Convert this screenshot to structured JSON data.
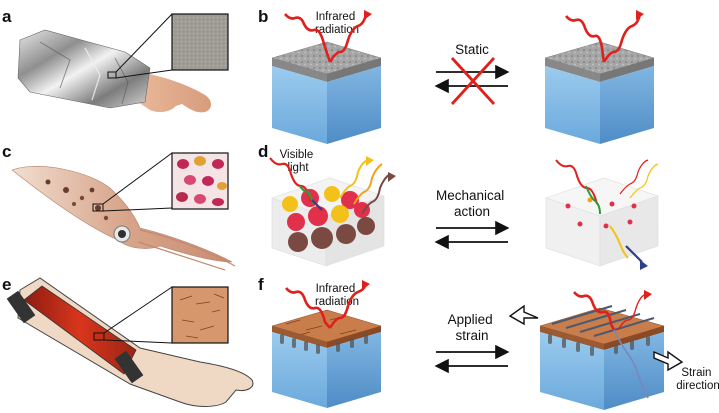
{
  "panels": {
    "a": "a",
    "b": "b",
    "c": "c",
    "d": "d",
    "e": "e",
    "f": "f"
  },
  "labels": {
    "b_left": [
      "Infrared",
      "radiation"
    ],
    "b_middle": "Static",
    "d_left": [
      "Visible",
      "light"
    ],
    "d_middle": [
      "Mechanical",
      "action"
    ],
    "f_left": [
      "Infrared",
      "radiation"
    ],
    "f_middle": [
      "Applied",
      "strain"
    ],
    "f_right": [
      "Strain",
      "direction"
    ]
  },
  "colors": {
    "infrared_arrow": "#e0201c",
    "water_block": "#8fc3ea",
    "water_block_dark": "#5f9fd3",
    "metal_surface": "#a9a9a9",
    "copper_surface": "#c97d4b",
    "strike_cross": "#e0201c",
    "chromatophore_red": "#e0304a",
    "chromatophore_yellow": "#f3c21a",
    "chromatophore_brown": "#7a4a42"
  }
}
